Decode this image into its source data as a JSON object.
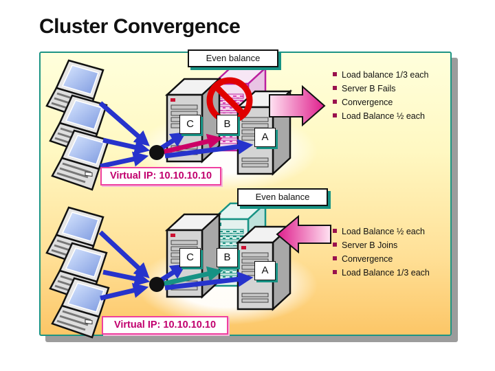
{
  "slide": {
    "title": "Cluster Convergence"
  },
  "colors": {
    "panel_border_teal": "#1c9483",
    "panel_gradient_top": "#ffffdc",
    "panel_gradient_bottom": "#fcc667",
    "arrow_blue": "#2633cc",
    "arrow_magenta": "#cc0066",
    "arrow_teal": "#169284",
    "big_arrow_pink": "#df1e8c",
    "no_symbol_red": "#e00000",
    "virtual_ip_text": "#c1006e",
    "bullet_square": "#99114d",
    "shadow_gray": "#9c9c9c"
  },
  "sections": [
    {
      "banner": "Even balance",
      "bullets": [
        "Load balance 1/3 each",
        "Server B Fails",
        "Convergence",
        "Load Balance ½ each"
      ],
      "virtual_ip": "Virtual IP: 10.10.10.10",
      "server_c": "C",
      "server_b": "B",
      "server_a": "A"
    },
    {
      "banner": "Even balance",
      "bullets": [
        "Load Balance ½ each",
        "Server B Joins",
        "Convergence",
        "Load Balance 1/3 each"
      ],
      "virtual_ip": "Virtual IP: 10.10.10.10",
      "server_c": "C",
      "server_b": "B",
      "server_a": "A"
    }
  ]
}
